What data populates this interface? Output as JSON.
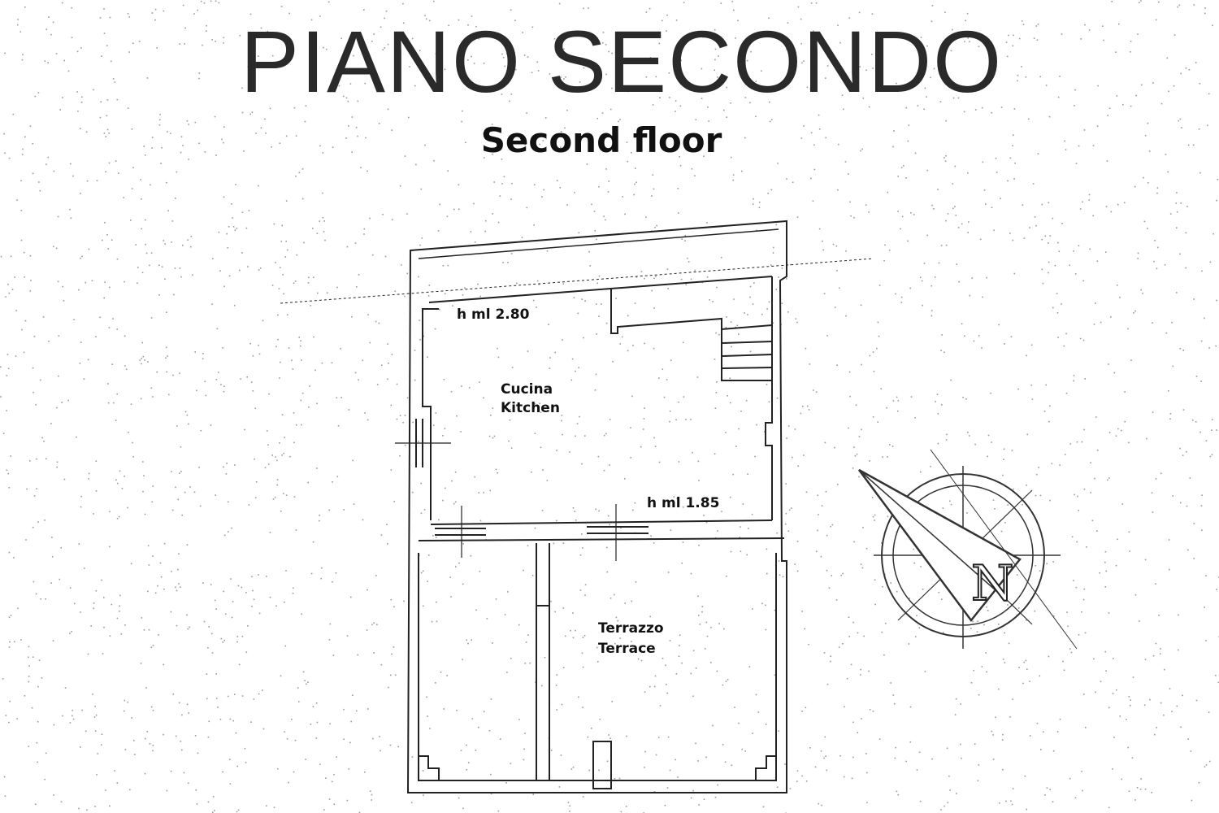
{
  "title": "PIANO SECONDO",
  "subtitle": "Second floor",
  "labels": {
    "height_top": "h ml 2.80",
    "height_bottom": "h ml 1.85",
    "kitchen_it": "Cucina",
    "kitchen_en": "Kitchen",
    "terrace_it": "Terrazzo",
    "terrace_en": "Terrace"
  },
  "compass": {
    "north_letter": "N",
    "icon": "compass-rose-icon"
  }
}
